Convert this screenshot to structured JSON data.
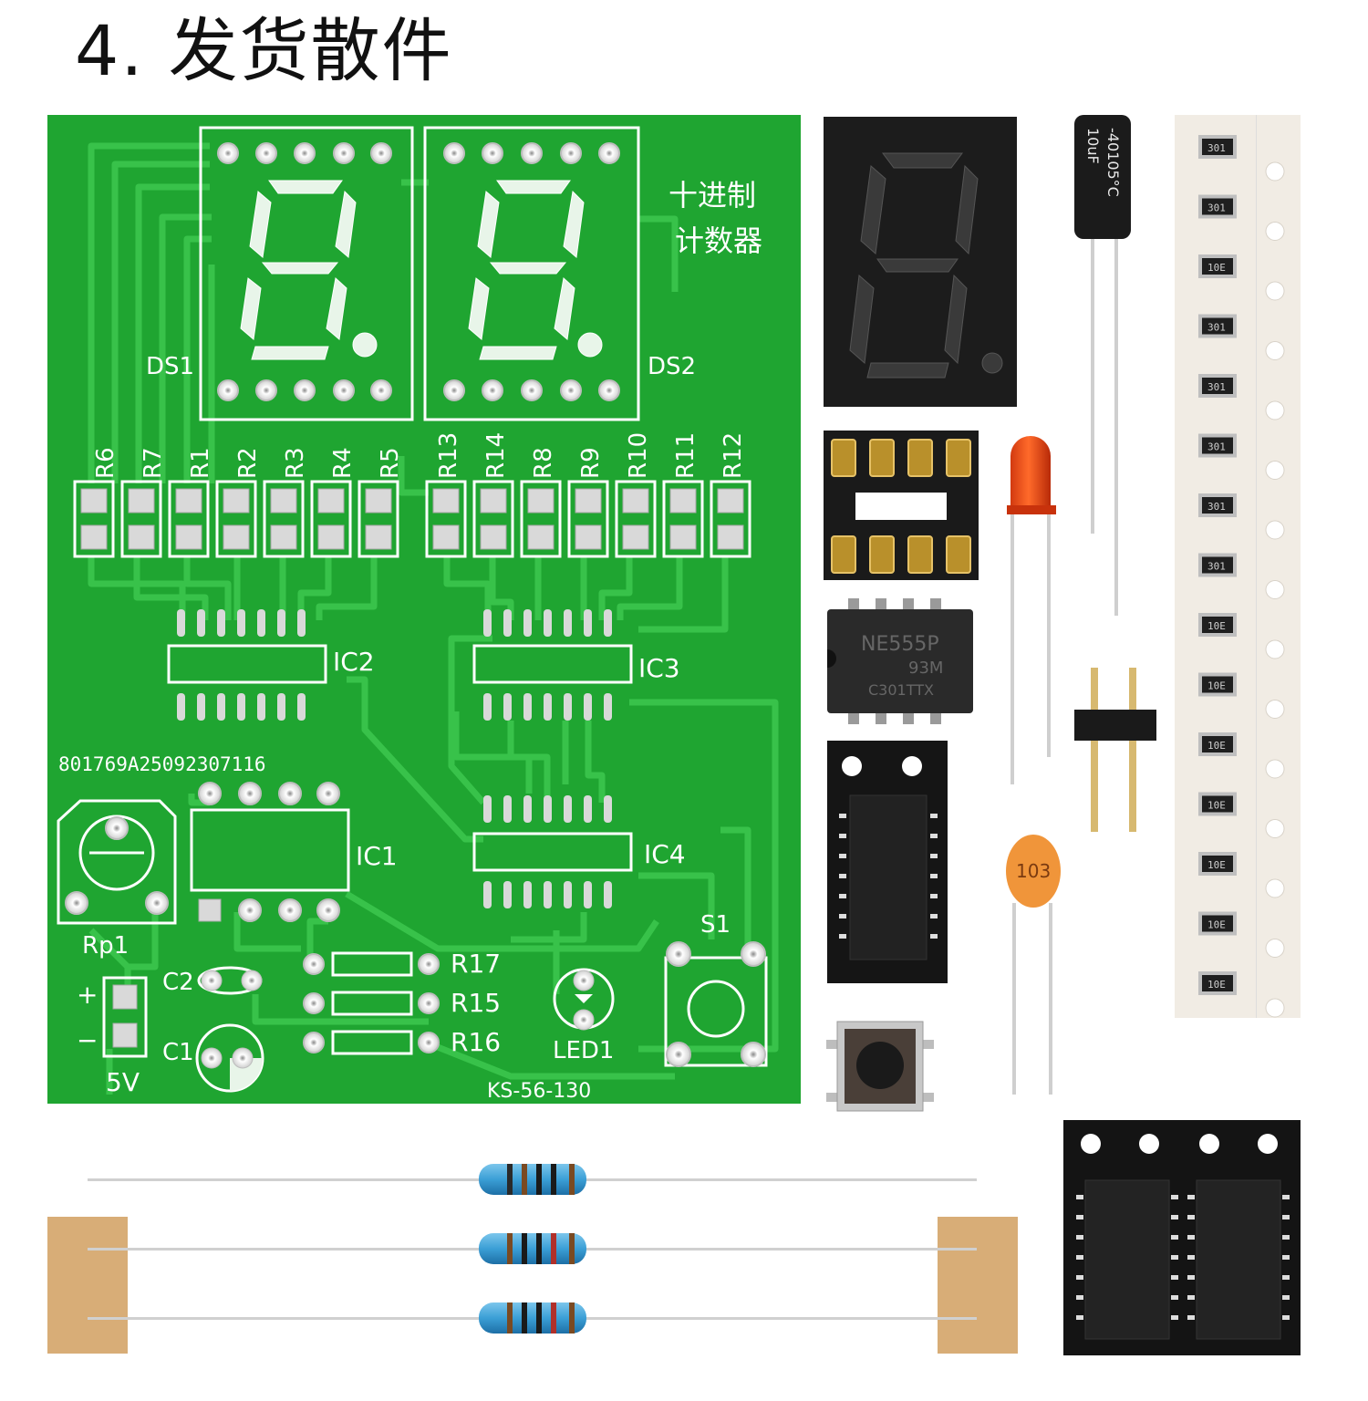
{
  "title": "4. 发货散件",
  "pcb": {
    "ds1": "DS1",
    "ds2": "DS2",
    "title_line1": "十进制",
    "title_line2": "计数器",
    "resistors_top": [
      "R6",
      "R7",
      "R1",
      "R2",
      "R3",
      "R4",
      "R5",
      "R13",
      "R14",
      "R8",
      "R9",
      "R10",
      "R11",
      "R12"
    ],
    "ic1": "IC1",
    "ic2": "IC2",
    "ic3": "IC3",
    "ic4": "IC4",
    "serial": "801769A25092307116",
    "rp1": "Rp1",
    "c1": "C1",
    "c2": "C2",
    "plus": "+",
    "minus": "−",
    "voltage": "5V",
    "r17": "R17",
    "r15": "R15",
    "r16": "R16",
    "led1": "LED1",
    "s1": "S1",
    "model": "KS-56-130"
  },
  "parts": {
    "ne555_line1": "NE555P",
    "ne555_line2": "93M",
    "ne555_line3": "C301TTX",
    "cap_ceramic": "103",
    "cap_elec_line1": "-40105°C",
    "cap_elec_line2": "10uF",
    "smd_codes": [
      "301",
      "301",
      "10E",
      "301",
      "301",
      "301",
      "301",
      "301",
      "10E",
      "10E",
      "10E",
      "10E",
      "10E",
      "10E",
      "10E"
    ]
  }
}
